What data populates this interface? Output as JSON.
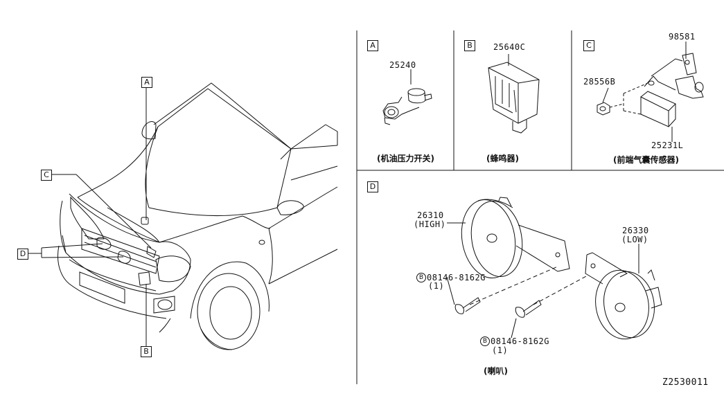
{
  "car_view": {
    "callouts": {
      "a": "A",
      "b": "B",
      "c": "C",
      "d": "D"
    }
  },
  "panels": {
    "a": {
      "tag": "A",
      "part_no": "25240",
      "caption": "(机油压力开关)"
    },
    "b": {
      "tag": "B",
      "part_no": "25640C",
      "caption": "(蜂鸣器)"
    },
    "c": {
      "tag": "C",
      "part_bracket": "98581",
      "part_nut": "28556B",
      "part_sensor": "25231L",
      "caption": "(前端气囊传感器)"
    },
    "d": {
      "tag": "D",
      "horn_high_no": "26310",
      "horn_high_label": "(HIGH)",
      "horn_low_no": "26330",
      "horn_low_label": "(LOW)",
      "bolt_symbol": "B",
      "bolt_no": "08146-8162G",
      "bolt_qty": "(1)",
      "caption": "(喇叭)"
    }
  },
  "diagram_code": "Z2530011"
}
